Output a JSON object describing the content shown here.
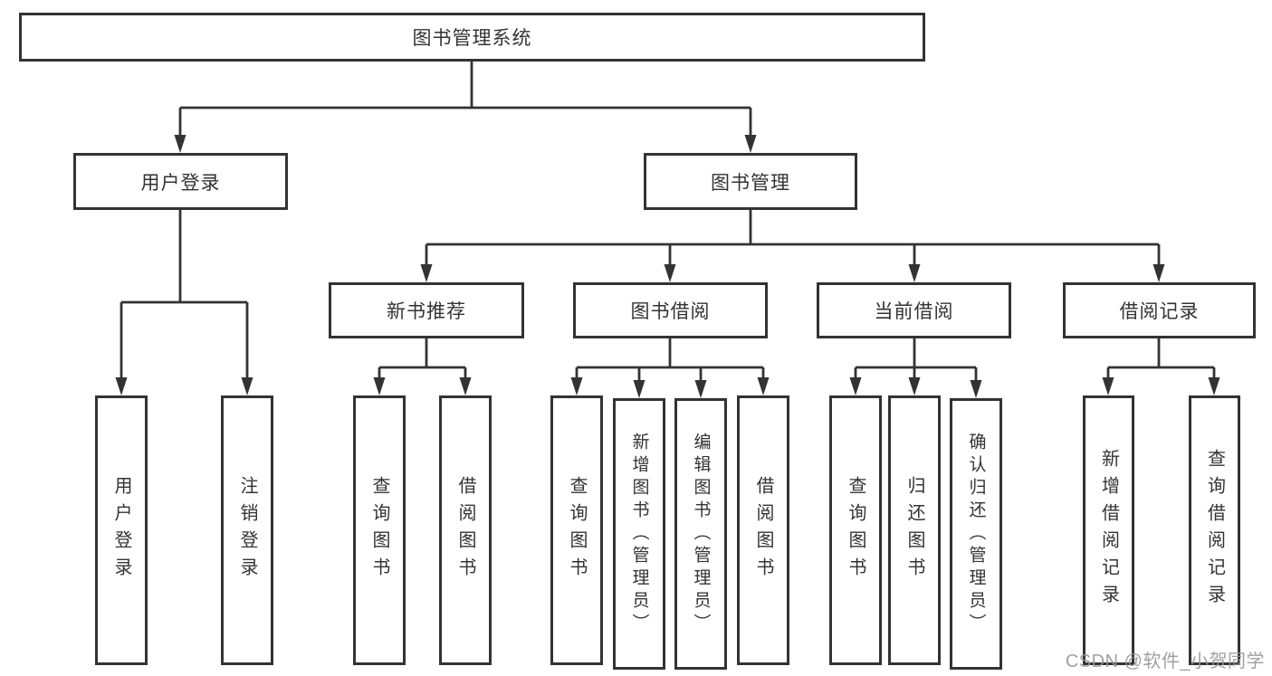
{
  "diagram": {
    "root_label": "图书管理系统",
    "line_color": "#333333",
    "level2": {
      "user_login": "用户登录",
      "book_management": "图书管理"
    },
    "level3": {
      "new_book_recommend": "新书推荐",
      "book_borrow": "图书借阅",
      "current_borrow": "当前借阅",
      "borrow_records": "借阅记录"
    },
    "leaves": {
      "user_login": "用户登录",
      "logout": "注销登录",
      "nb_query_books": "查询图书",
      "nb_borrow_books": "借阅图书",
      "bb_query_books": "查询图书",
      "bb_add_books": "新增图书（管理员）",
      "bb_edit_books": "编辑图书（管理员）",
      "bb_borrow_books": "借阅图书",
      "cb_query_books": "查询图书",
      "cb_return_books": "归还图书",
      "cb_confirm_return": "确认归还（管理员）",
      "br_add_record": "新增借阅记录",
      "br_query_record": "查询借阅记录"
    }
  },
  "watermark": {
    "text": "CSDN @软件_小贺同学"
  }
}
